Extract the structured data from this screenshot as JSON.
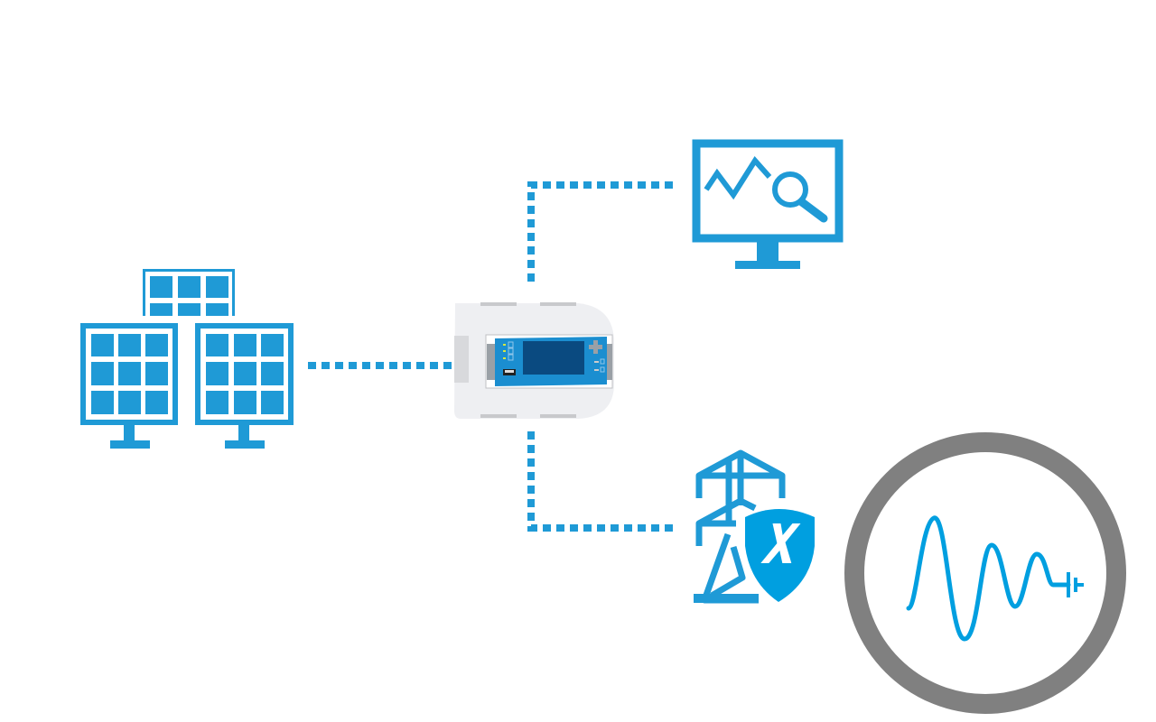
{
  "diagram": {
    "nodes": [
      {
        "id": "solar-array",
        "icon": "solar-panels-icon"
      },
      {
        "id": "controller",
        "icon": "controller-device-icon"
      },
      {
        "id": "monitoring",
        "icon": "monitor-analytics-icon"
      },
      {
        "id": "grid-protection",
        "icon": "power-tower-shield-icon"
      },
      {
        "id": "waveform",
        "icon": "damped-waveform-icon"
      }
    ],
    "edges": [
      {
        "from": "solar-array",
        "to": "controller",
        "style": "dotted"
      },
      {
        "from": "controller",
        "to": "monitoring",
        "style": "dotted"
      },
      {
        "from": "controller",
        "to": "grid-protection",
        "style": "dotted"
      }
    ]
  },
  "colors": {
    "icon_blue": "#1f9ad6",
    "shield_blue": "#009fe0",
    "ring_gray": "#808080",
    "device_body": "#eeeff2",
    "device_panel": "#1b8ed0",
    "device_screen": "#0a4a80"
  }
}
